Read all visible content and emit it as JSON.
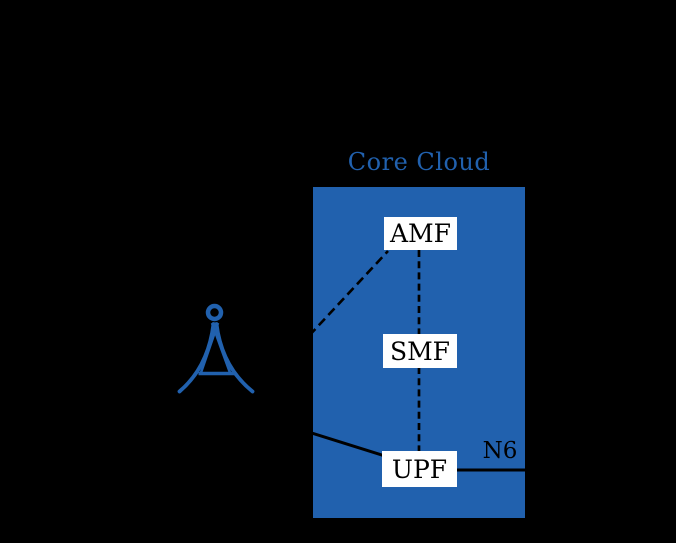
{
  "diagram": {
    "title": "Core Cloud",
    "colors": {
      "background": "#000000",
      "core_cloud_fill": "#2161ae",
      "node_fill": "#ffffff",
      "node_text": "#000000",
      "title_text": "#2161ae",
      "tower_icon": "#2161ae",
      "link_line": "#000000"
    },
    "nodes": {
      "amf": {
        "label": "AMF"
      },
      "smf": {
        "label": "SMF"
      },
      "upf": {
        "label": "UPF"
      },
      "gnb": {
        "icon": "radio-tower-icon"
      }
    },
    "edges": [
      {
        "from": "gnb",
        "to": "amf",
        "style": "dashed",
        "label": ""
      },
      {
        "from": "amf",
        "to": "smf",
        "style": "dashed",
        "label": ""
      },
      {
        "from": "smf",
        "to": "upf",
        "style": "dashed",
        "label": ""
      },
      {
        "from": "gnb",
        "to": "upf",
        "style": "solid",
        "label": ""
      },
      {
        "from": "upf",
        "to": "data-network",
        "style": "solid",
        "label": "N6"
      }
    ]
  }
}
